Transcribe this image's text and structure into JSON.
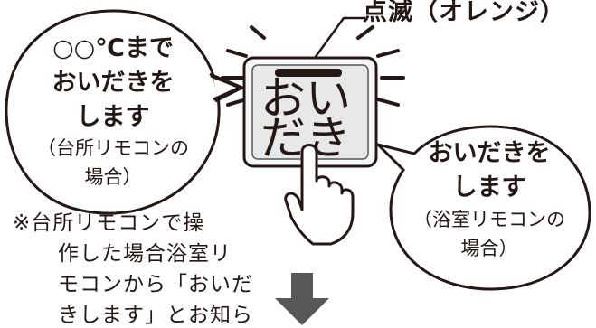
{
  "indicator": {
    "label": "点滅（オレンジ）",
    "light_color": "#231815"
  },
  "button": {
    "line1": "おい",
    "line2": "だき",
    "face_color": "#e8e8e8"
  },
  "bubble_kitchen": {
    "line1": "○○℃まで",
    "line2": "おいだきを",
    "line3": "します",
    "sub1": "（台所リモコンの",
    "sub2": "場合）"
  },
  "bubble_bathroom": {
    "line1": "おいだきを",
    "line2": "します",
    "sub1": "（浴室リモコンの",
    "sub2": "場合）"
  },
  "note": {
    "line1": "※台所リモコンで操",
    "line2": "作した場合浴室リ",
    "line3": "モコンから「おいだ",
    "line4": "きします」とお知ら"
  },
  "arrow": {
    "color": "#595757",
    "direction": "down"
  }
}
